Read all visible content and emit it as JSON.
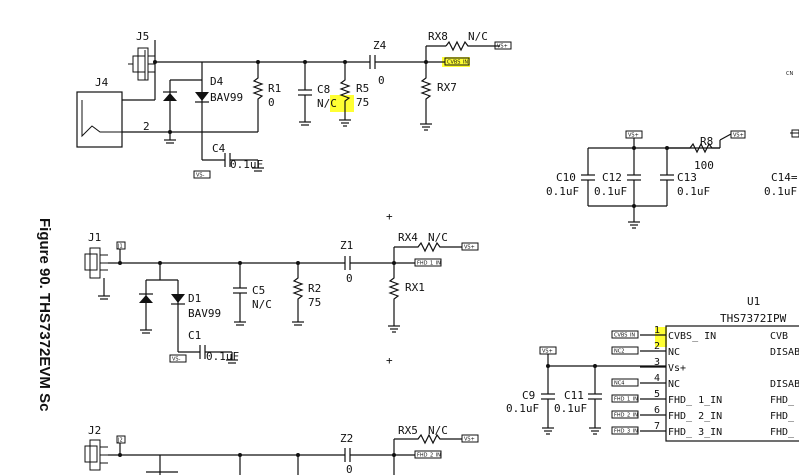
{
  "figure_caption": "Figure 90. THS7372EVM Sc",
  "connectors": {
    "j5": "J5",
    "j4": "J4",
    "j1": "J1",
    "j2": "J2",
    "j4_pin2": "2"
  },
  "top_section": {
    "d4": {
      "ref": "D4",
      "value": "BAV99"
    },
    "r1": {
      "ref": "R1",
      "value": "0"
    },
    "c8": {
      "ref": "C8",
      "value": "N/C"
    },
    "r5": {
      "ref": "R5",
      "value": "75"
    },
    "z4": {
      "ref": "Z4",
      "value": "0"
    },
    "rx8": {
      "ref": "RX8",
      "value": "N/C"
    },
    "rx7": {
      "ref": "RX7"
    },
    "c4": {
      "ref": "C4",
      "value": "0.1uF"
    },
    "cvbs_tag": "CVBS_IN",
    "vs_tag": "VS+",
    "vsm_tag": "VS-"
  },
  "mid_section": {
    "d1": {
      "ref": "D1",
      "value": "BAV99"
    },
    "c5": {
      "ref": "C5",
      "value": "N/C"
    },
    "r2": {
      "ref": "R2",
      "value": "75"
    },
    "z1": {
      "ref": "Z1",
      "value": "0"
    },
    "rx4": {
      "ref": "RX4",
      "value": "N/C"
    },
    "rx1": {
      "ref": "RX1"
    },
    "c1": {
      "ref": "C1",
      "value": "0.1uF"
    },
    "fhd1_tag": "FHD_1_IN",
    "vs_tag": "VS+",
    "vsm_tag": "VS-",
    "j_tag": "J1"
  },
  "bottom_section": {
    "z2": {
      "ref": "Z2",
      "value": "0"
    },
    "rx5": {
      "ref": "RX5",
      "value": "N/C"
    },
    "fhd2_tag": "FHD_2_IN",
    "vs_tag": "VS+",
    "j_tag": "J2"
  },
  "supply_section": {
    "vs_tag": "VS+",
    "r8": {
      "ref": "R8",
      "value": "100"
    },
    "r8_tag": "VS+",
    "c10": {
      "ref": "C10",
      "value": "0.1uF"
    },
    "c12": {
      "ref": "C12",
      "value": "0.1uF"
    },
    "c13": {
      "ref": "C13",
      "value": "0.1uF"
    },
    "c14": {
      "ref": "C14=",
      "value": "0.1uF"
    },
    "cn_edge": "CN"
  },
  "ic": {
    "ref": "U1",
    "part": "THS7372IPW",
    "pins": [
      {
        "num": "1",
        "name": "CVBS_ IN",
        "right": "CVB",
        "tag": "CVBS_IN"
      },
      {
        "num": "2",
        "name": "NC",
        "right": "DISABL",
        "tag": "NC2"
      },
      {
        "num": "3",
        "name": "Vs+",
        "right": "",
        "tag": ""
      },
      {
        "num": "4",
        "name": "NC",
        "right": "DISAB",
        "tag": "NC4"
      },
      {
        "num": "5",
        "name": "FHD_ 1_IN",
        "right": "FHD_",
        "tag": "FHD_1_IN"
      },
      {
        "num": "6",
        "name": "FHD_ 2_IN",
        "right": "FHD_",
        "tag": "FHD_2_IN"
      },
      {
        "num": "7",
        "name": "FHD_ 3_IN",
        "right": "FHD_",
        "tag": "FHD_3_IN"
      }
    ],
    "vs_tag": "VS+",
    "c9": {
      "ref": "C9",
      "value": "0.1uF"
    },
    "c11": {
      "ref": "C11",
      "value": "0.1uF"
    }
  },
  "colors": {
    "highlight": "#ffff33",
    "ink": "#111111"
  }
}
